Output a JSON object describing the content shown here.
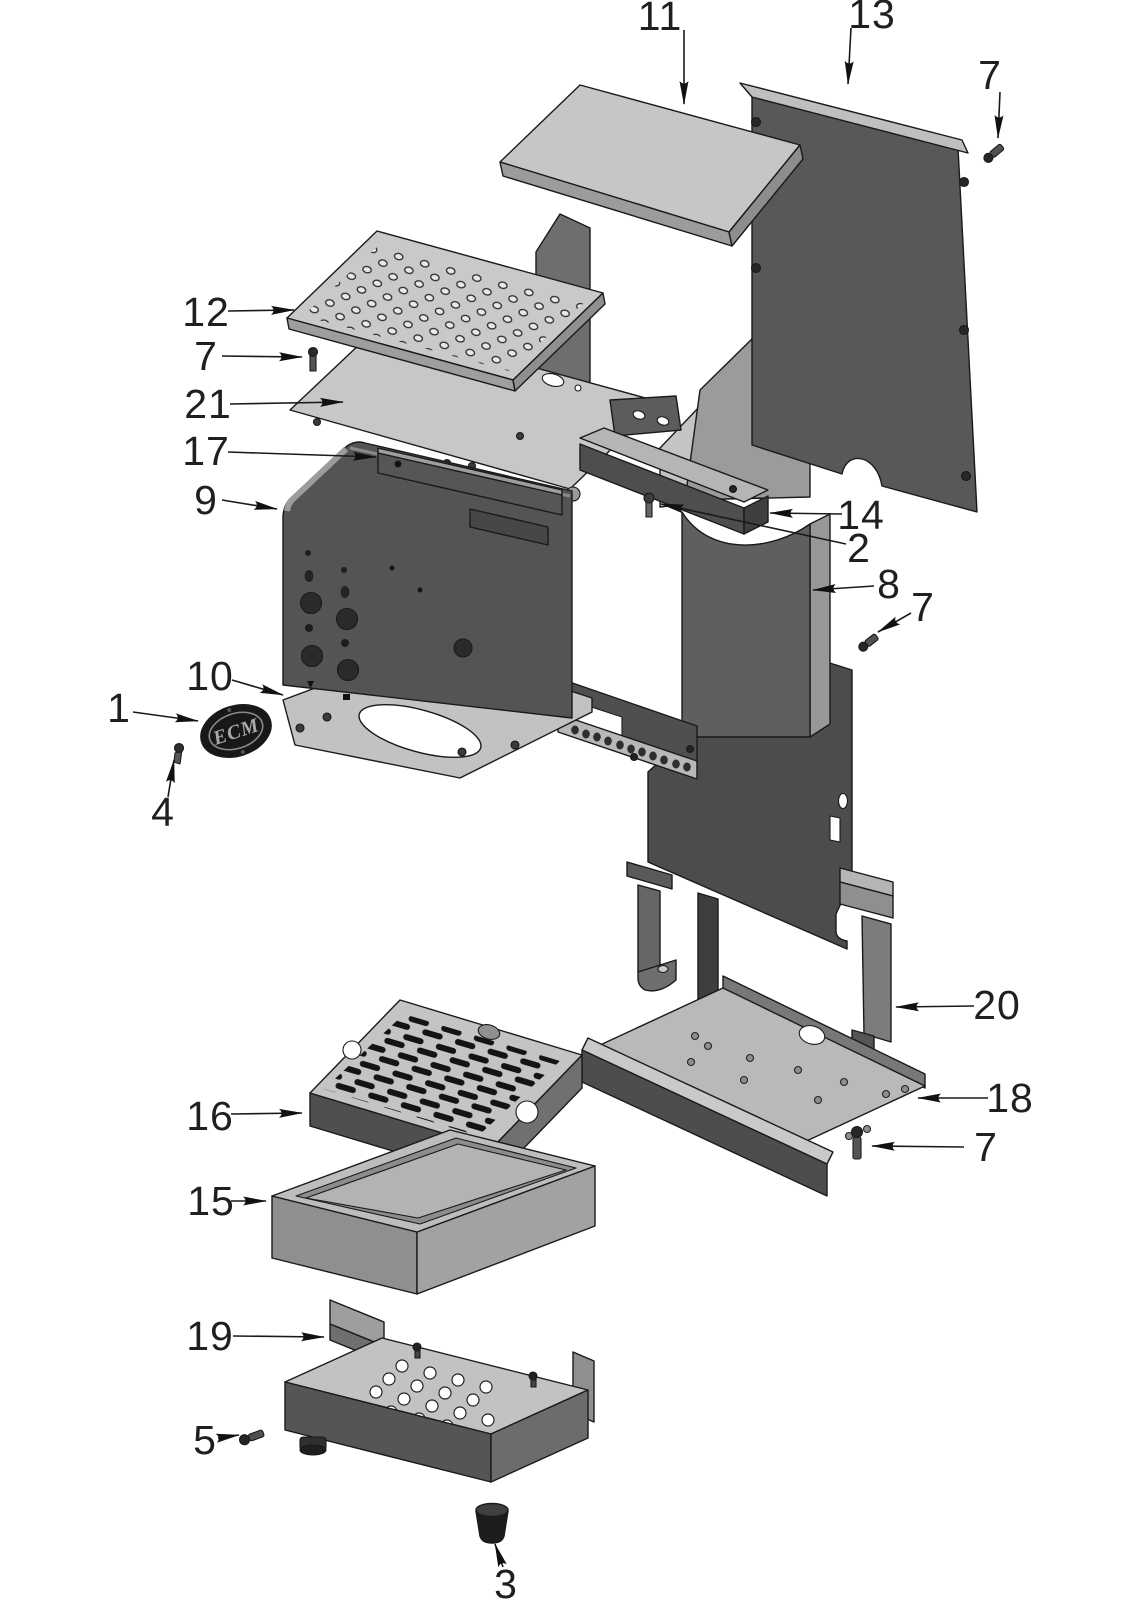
{
  "diagram": {
    "badge_text": "ECM",
    "callouts": [
      {
        "label": "11"
      },
      {
        "label": "13"
      },
      {
        "label": "7"
      },
      {
        "label": "12"
      },
      {
        "label": "7"
      },
      {
        "label": "21"
      },
      {
        "label": "17"
      },
      {
        "label": "9"
      },
      {
        "label": "14"
      },
      {
        "label": "2"
      },
      {
        "label": "8"
      },
      {
        "label": "7"
      },
      {
        "label": "10"
      },
      {
        "label": "1"
      },
      {
        "label": "4"
      },
      {
        "label": "20"
      },
      {
        "label": "18"
      },
      {
        "label": "7"
      },
      {
        "label": "16"
      },
      {
        "label": "15"
      },
      {
        "label": "19"
      },
      {
        "label": "5"
      },
      {
        "label": "3"
      }
    ]
  }
}
